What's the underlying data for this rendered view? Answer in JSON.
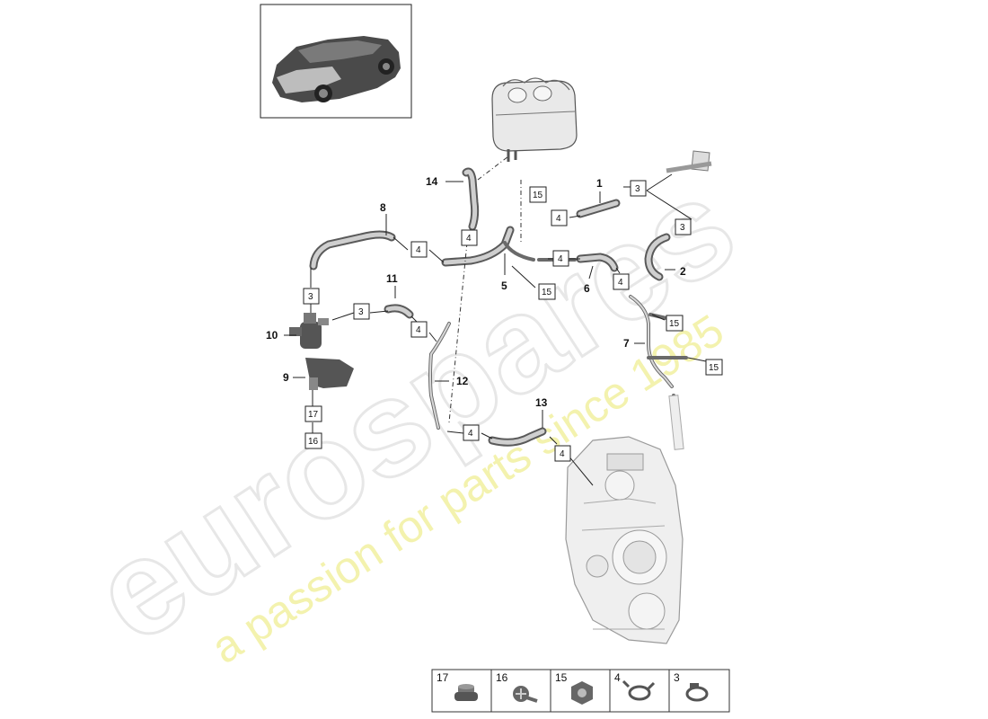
{
  "watermark": {
    "brand": "eurospares",
    "tagline": "a passion for parts since 1985"
  },
  "callouts": [
    "1",
    "2",
    "5",
    "6",
    "7",
    "8",
    "9",
    "10",
    "11",
    "12",
    "13",
    "14"
  ],
  "part_boxes": [
    "3",
    "4",
    "15",
    "16",
    "17"
  ],
  "legend": {
    "cells": [
      {
        "number": "17",
        "icon": "plug-icon"
      },
      {
        "number": "16",
        "icon": "screw-icon"
      },
      {
        "number": "15",
        "icon": "nut-icon"
      },
      {
        "number": "4",
        "icon": "spring-clamp-icon"
      },
      {
        "number": "3",
        "icon": "hose-clamp-icon"
      }
    ]
  }
}
